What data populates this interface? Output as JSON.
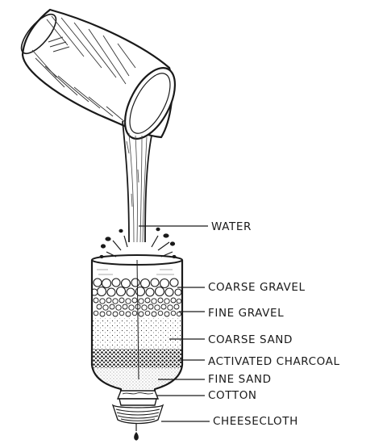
{
  "labels": {
    "water": "WATER",
    "coarse_gravel": "COARSE GRAVEL",
    "fine_gravel": "FINE GRAVEL",
    "coarse_sand": "COARSE SAND",
    "activated_charcoal": "ACTIVATED CHARCOAL",
    "fine_sand": "FINE SAND",
    "cotton": "COTTON",
    "cheesecloth": "CHEESECLOTH"
  },
  "colors": {
    "ink": "#1a1a1a",
    "background": "#ffffff"
  }
}
